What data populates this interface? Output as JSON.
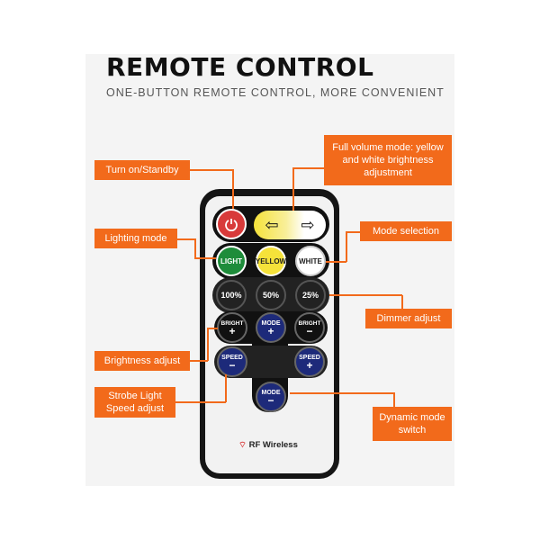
{
  "header": {
    "title": "REMOTE CONTROL",
    "subtitle": "ONE-BUTTON REMOTE CONTROL, MORE CONVENIENT"
  },
  "callouts": {
    "turn_on": "Turn on/Standby",
    "full_volume": "Full volume mode: yellow and white brightness adjustment",
    "lighting_mode": "Lighting mode",
    "mode_selection": "Mode selection",
    "dimmer_adjust": "Dimmer adjust",
    "brightness_adjust": "Brightness adjust",
    "strobe_speed": "Strobe Light Speed adjust",
    "dynamic_mode": "Dynamic mode switch"
  },
  "remote": {
    "buttons": {
      "light": "LIGHT",
      "yellow": "YELLOW",
      "white": "WHITE",
      "p100": "100%",
      "p50": "50%",
      "p25": "25%",
      "bright": "BRIGHT",
      "mode": "MODE",
      "speed": "SPEED",
      "plus": "+",
      "minus": "−"
    },
    "brand": "RF Wireless"
  },
  "colors": {
    "accent": "#f26a1b",
    "power": "#d83a3a",
    "light_green": "#1e8c3a",
    "yellow": "#f5e23a",
    "navy": "#1d2a7a"
  }
}
